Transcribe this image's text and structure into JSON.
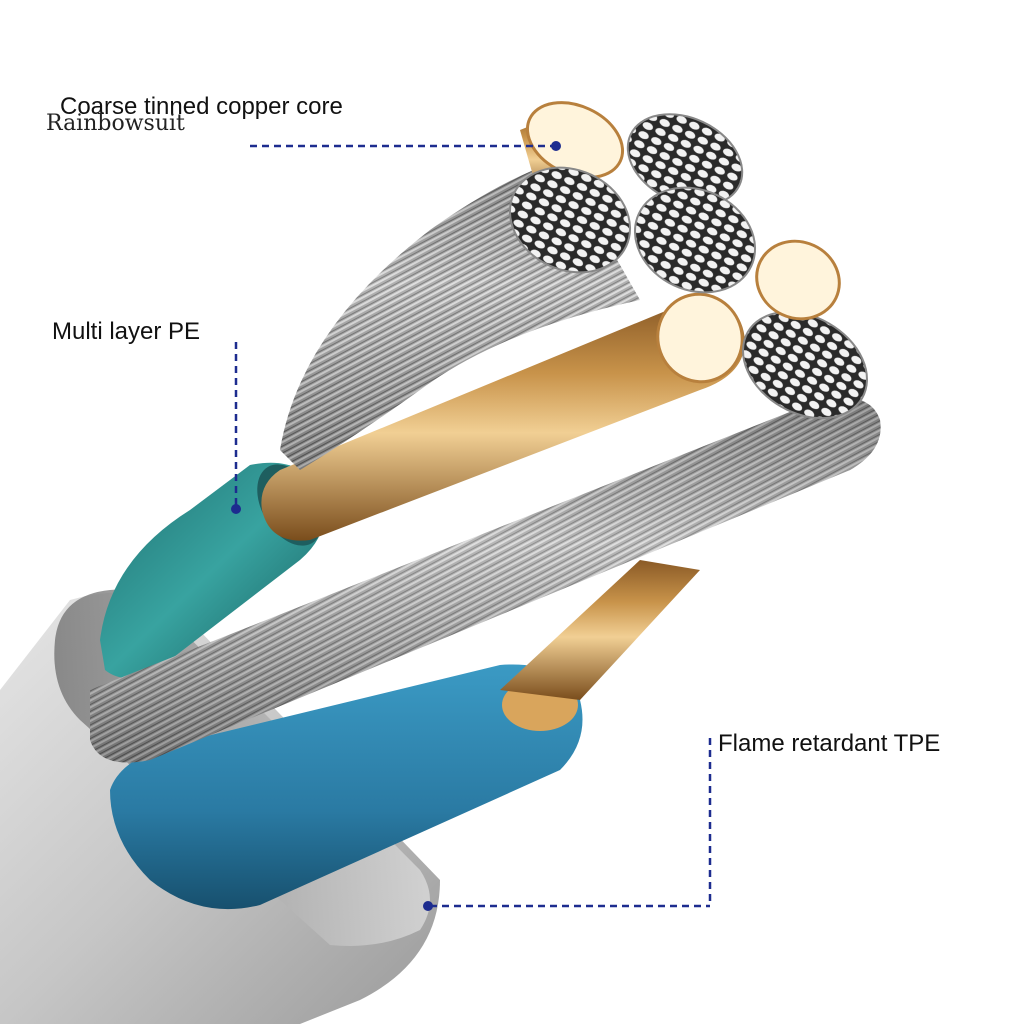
{
  "watermark": "Rainbowsuit",
  "callouts": {
    "core": "Coarse tinned copper core",
    "pe": "Multi layer PE",
    "tpe": "Flame retardant TPE"
  },
  "colors": {
    "callout_line": "#1d2c8f",
    "outer_jacket": "#c9c9c9",
    "teal_insulation": "#2e8c8a",
    "blue_insulation": "#2d7fa8",
    "copper": "#c8934a",
    "tinned_strands": "#b9b9b9"
  }
}
